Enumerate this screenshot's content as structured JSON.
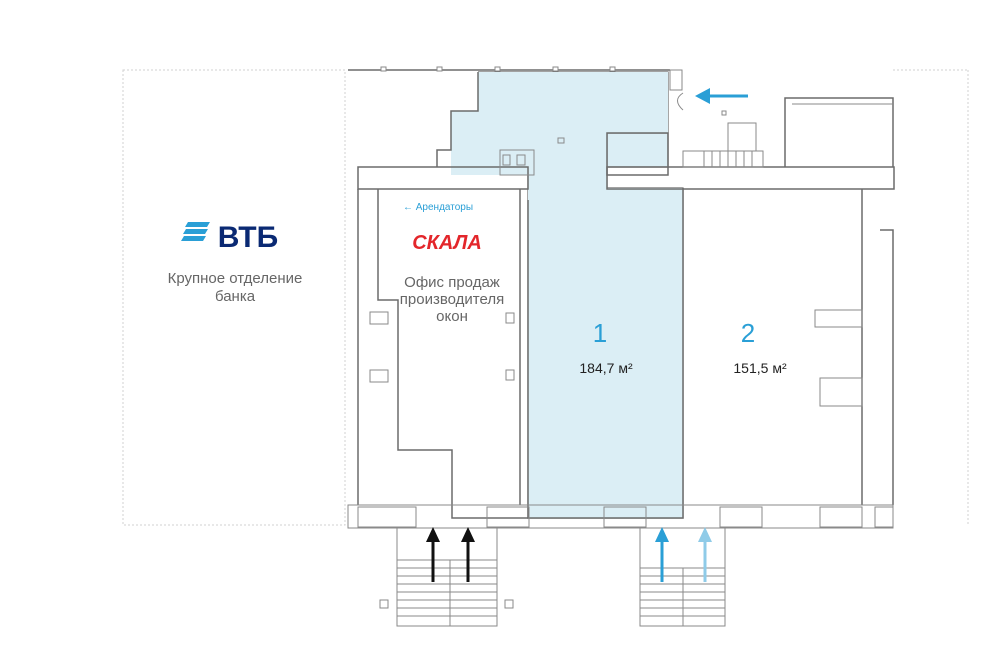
{
  "bank": {
    "logo": "ВТБ",
    "caption_line1": "Крупное отделение",
    "caption_line2": "банка"
  },
  "tenant": {
    "link": "← Арендаторы",
    "logo": "СКАЛА",
    "line1": "Офис продаж",
    "line2": "производителя",
    "line3": "окон"
  },
  "units": [
    {
      "number": "1",
      "area": "184,7 м²",
      "status": "highlighted"
    },
    {
      "number": "2",
      "area": "151,5 м²",
      "status": "available"
    }
  ],
  "colors": {
    "highlight": "#dbeef5",
    "accent": "#2a9fd6",
    "light_accent": "#8fcbe8",
    "vtb": "#0a2973",
    "skala": "#e3262b"
  }
}
